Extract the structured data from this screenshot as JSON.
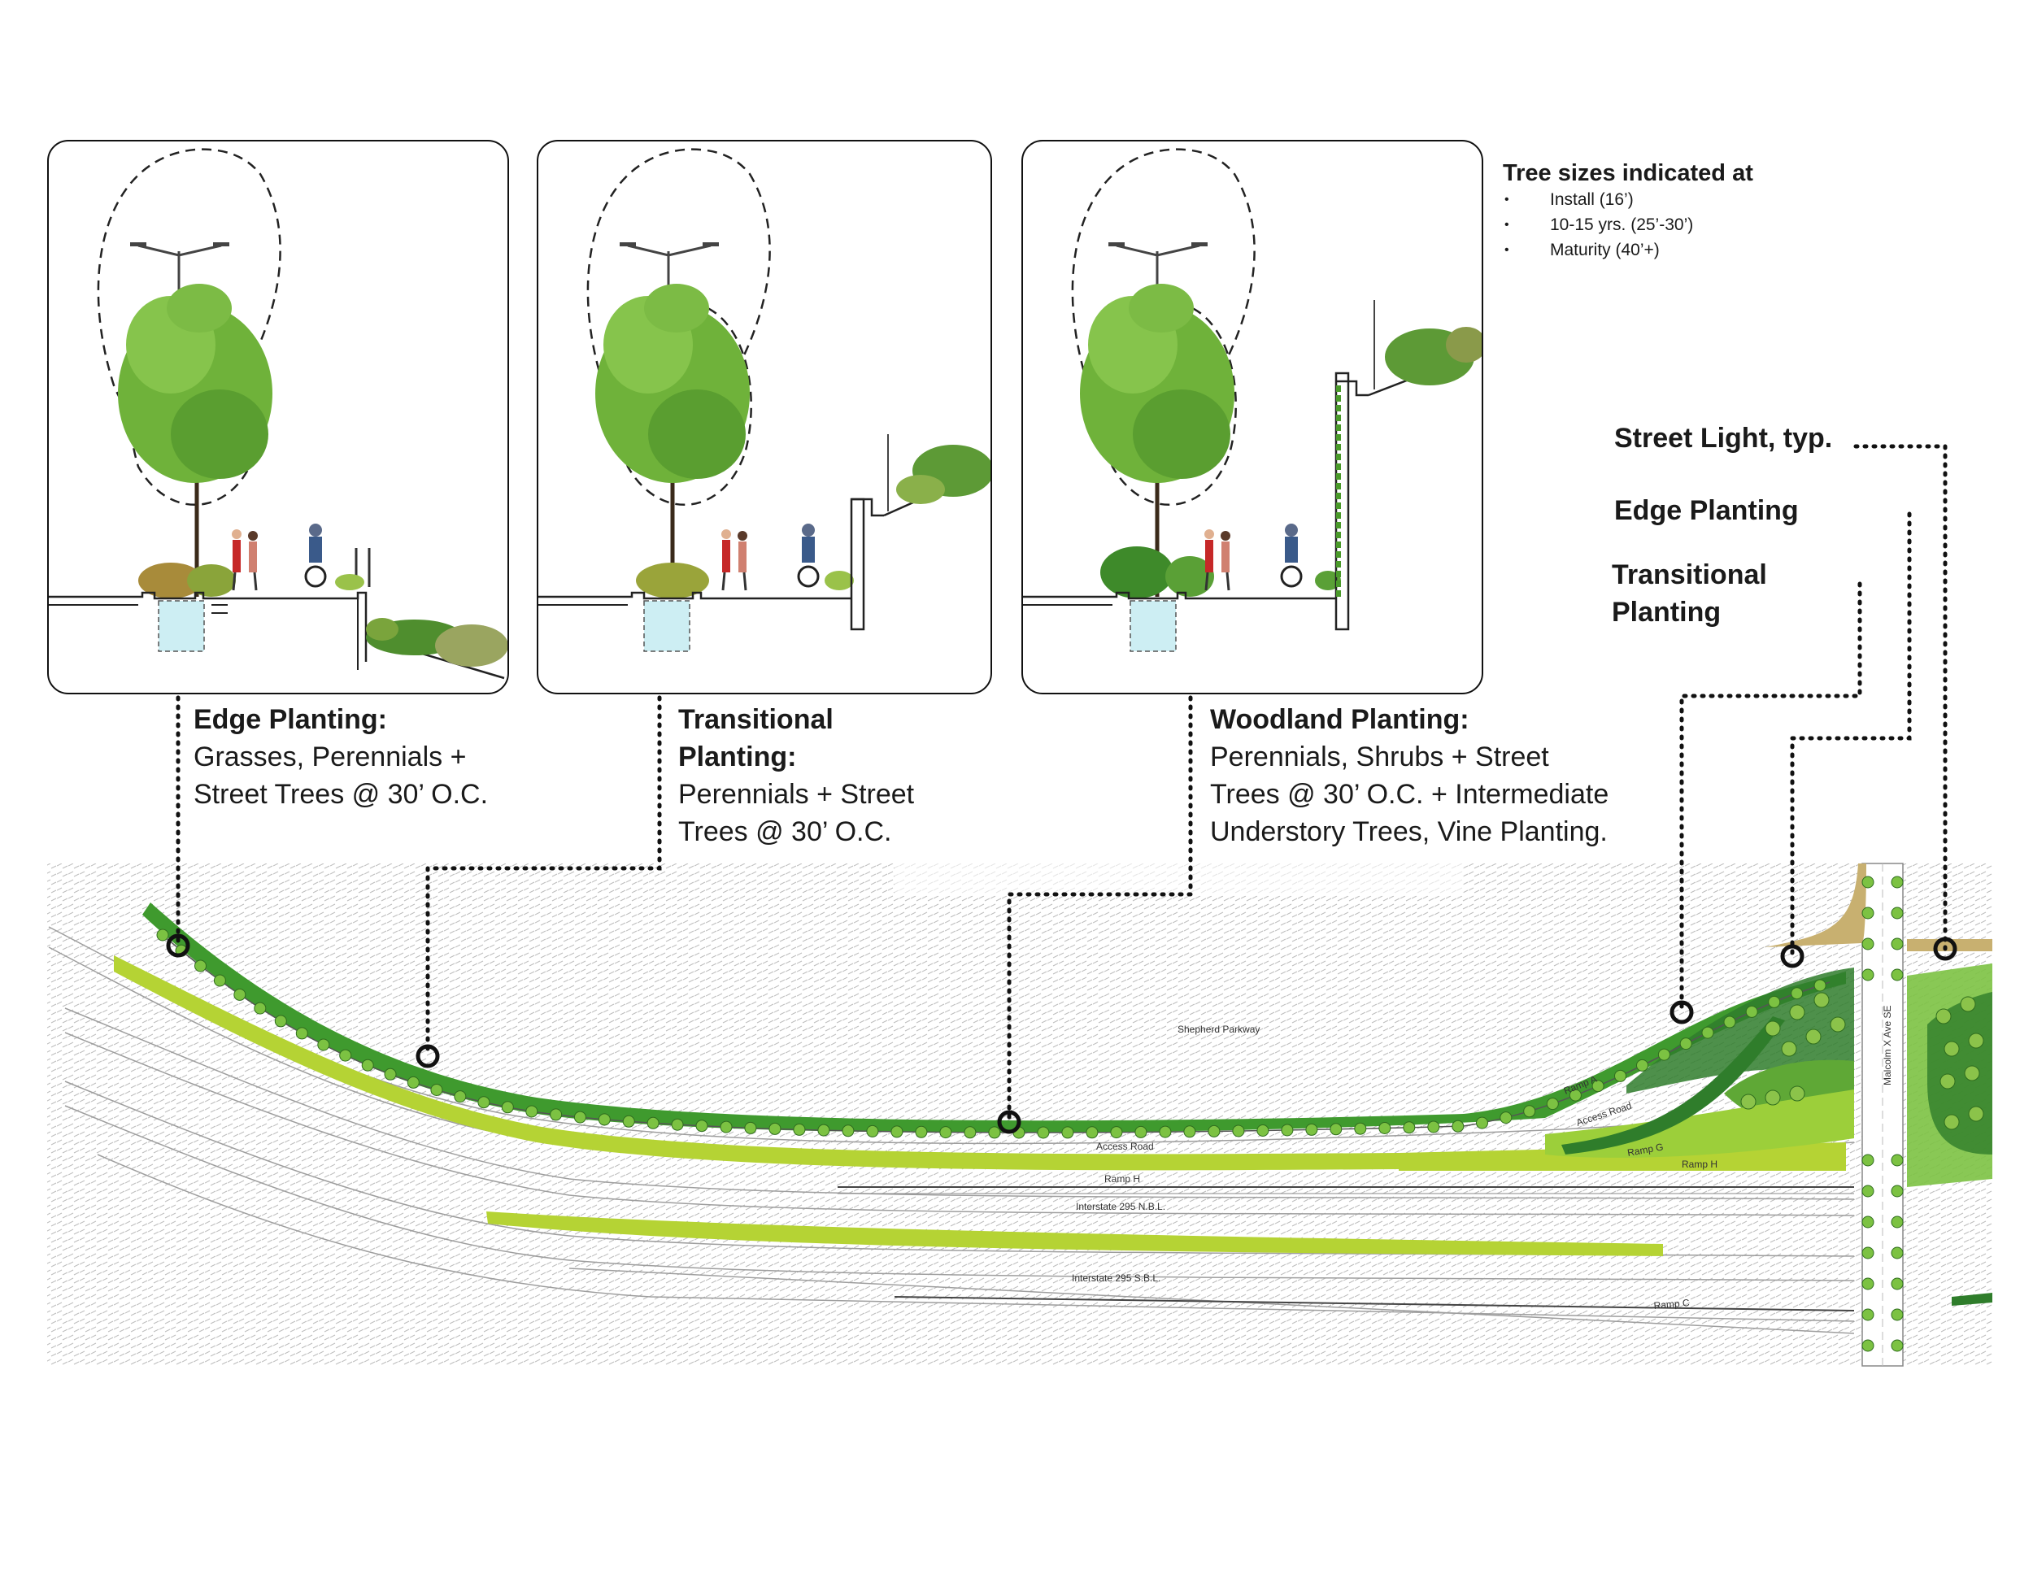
{
  "legend": {
    "title": "Tree sizes indicated at",
    "items": [
      "Install (16’)",
      "10-15 yrs. (25’-30’)",
      "Maturity (40’+)"
    ]
  },
  "callouts": [
    {
      "title": "Edge Planting:",
      "body": [
        "Grasses, Perennials +",
        "Street Trees @ 30’ O.C."
      ]
    },
    {
      "title_lines": [
        "Transitional",
        "Planting:"
      ],
      "body": [
        "Perennials + Street",
        "Trees @ 30’ O.C."
      ]
    },
    {
      "title": "Woodland Planting:",
      "body": [
        "Perennials, Shrubs + Street",
        "Trees @ 30’ O.C.  + Intermediate",
        "Understory Trees, Vine Planting."
      ]
    }
  ],
  "right_labels": {
    "street_light": "Street Light, typ.",
    "edge_planting": "Edge Planting",
    "transitional": [
      "Transitional",
      "Planting"
    ]
  },
  "plan_labels": {
    "shepherd_parkway": "Shepherd Parkway",
    "access_road": "Access Road",
    "ramp_h": "Ramp H",
    "i295_nbl": "Interstate 295 N.B.L.",
    "i295_sbl": "Interstate 295 S.B.L.",
    "ramp_a": "Ramp A",
    "access_road_2": "Access Road",
    "ramp_g": "Ramp G",
    "ramp_h_2": "Ramp H",
    "ramp_c": "Ramp C",
    "malcolm_x": "Malcolm X Ave SE"
  },
  "colors": {
    "lime": "#b5d334",
    "green": "#3f9a2e",
    "dark_green": "#2f7d2b",
    "tree": "#7cc242",
    "water": "#cdeef3"
  }
}
